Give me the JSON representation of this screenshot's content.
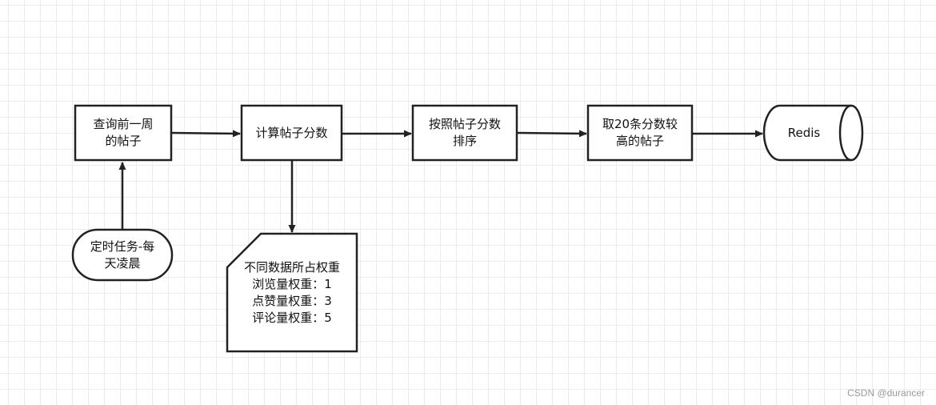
{
  "diagram": {
    "stroke_color": "#222222",
    "fill_color": "#ffffff",
    "text_color": "#111111",
    "nodes": {
      "query": {
        "lines": [
          "查询前一周",
          "的帖子"
        ]
      },
      "calculate": {
        "lines": [
          "计算帖子分数"
        ]
      },
      "sort": {
        "lines": [
          "按照帖子分数",
          "排序"
        ]
      },
      "top20": {
        "lines": [
          "取20条分数较",
          "高的帖子"
        ]
      },
      "redis": {
        "lines": [
          "Redis"
        ]
      },
      "timer": {
        "lines": [
          "定时任务-每",
          "天凌晨"
        ]
      },
      "weights_note": {
        "lines": [
          "不同数据所占权重",
          "浏览量权重：1",
          "点赞量权重：3",
          "评论量权重：5"
        ]
      }
    }
  },
  "watermark": "CSDN @durancer"
}
